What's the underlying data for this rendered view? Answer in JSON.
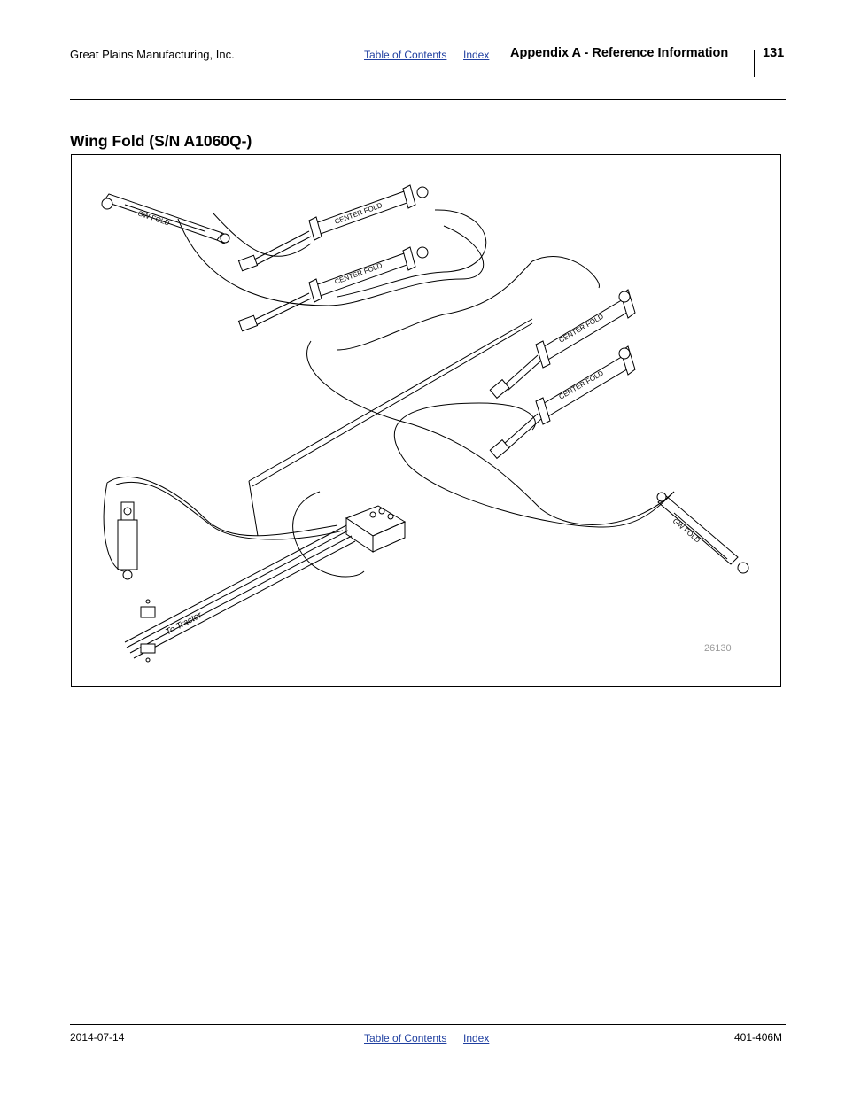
{
  "header": {
    "company": "Great Plains Manufacturing, Inc.",
    "toc_link": "Table of Contents",
    "index_link": "Index",
    "section": "Appendix A - Reference Information",
    "page_number": "131"
  },
  "section_title": "Wing Fold (S/N A1060Q-)",
  "figure": {
    "figure_number": "26130",
    "labels": {
      "gw_fold": "GW FOLD",
      "center_fold": "CENTER FOLD",
      "to_tractor": "To Tractor"
    },
    "line_color": "#000000"
  },
  "footer": {
    "date": "2014-07-14",
    "toc_link": "Table of Contents",
    "index_link": "Index",
    "doc_number": "401-406M"
  }
}
